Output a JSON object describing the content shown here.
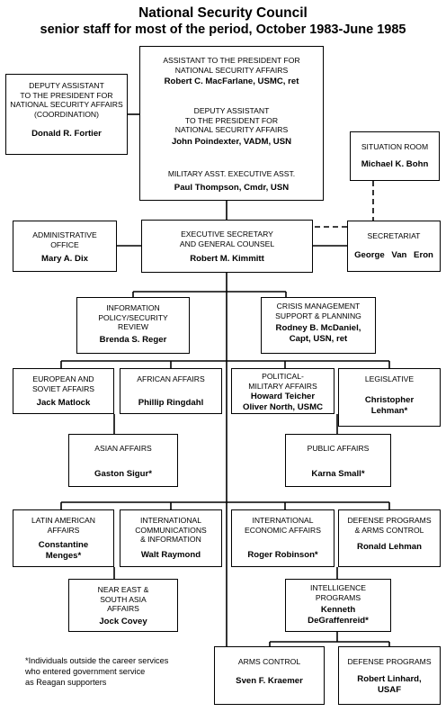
{
  "title_line1": "National Security Council",
  "title_line2": "senior staff for most of the period, October 1983-June 1985",
  "footnote": "*Individuals outside the career services\nwho entered government service\nas Reagan supporters",
  "boxes": {
    "apnsa_label": "ASSISTANT TO THE PRESIDENT FOR\nNATIONAL SECURITY AFFAIRS",
    "apnsa_name": "Robert C. MacFarlane, USMC, ret",
    "dapnsa_label": "DEPUTY ASSISTANT\nTO THE PRESIDENT FOR\nNATIONAL SECURITY AFFAIRS",
    "dapnsa_name": "John Poindexter, VADM, USN",
    "military_label": "MILITARY ASST. EXECUTIVE ASST.",
    "military_name": "Paul Thompson, Cmdr, USN",
    "coord_label": "DEPUTY ASSISTANT\nTO THE PRESIDENT FOR\nNATIONAL SECURITY AFFAIRS\n(COORDINATION)",
    "coord_name": "Donald R. Fortier",
    "situation_label": "SITUATION ROOM",
    "situation_name": "Michael K. Bohn",
    "admin_label": "ADMINISTRATIVE\nOFFICE",
    "admin_name": "Mary A. Dix",
    "execsec_label": "EXECUTIVE SECRETARY\nAND GENERAL COUNSEL",
    "execsec_name": "Robert M. Kimmitt",
    "secretariat_label": "SECRETARIAT",
    "secretariat_name": "George Van Eron",
    "info_label": "INFORMATION\nPOLICY/SECURITY\nREVIEW",
    "info_name": "Brenda S. Reger",
    "crisis_label": "CRISIS MANAGEMENT\nSUPPORT & PLANNING",
    "crisis_name": "Rodney B. McDaniel,\nCapt, USN, ret",
    "europe_label": "EUROPEAN AND\nSOVIET AFFAIRS",
    "europe_name": "Jack Matlock",
    "africa_label": "AFRICAN AFFAIRS",
    "africa_name": "Phillip Ringdahl",
    "polmil_label": "POLITICAL-\nMILITARY AFFAIRS",
    "polmil_name": "Howard Teicher\nOliver North, USMC",
    "legis_label": "LEGISLATIVE",
    "legis_name": "Christopher\nLehman*",
    "asia_label": "ASIAN AFFAIRS",
    "asia_name": "Gaston Sigur*",
    "public_label": "PUBLIC AFFAIRS",
    "public_name": "Karna Small*",
    "latam_label": "LATIN AMERICAN\nAFFAIRS",
    "latam_name": "Constantine\nMenges*",
    "intlcomm_label": "INTERNATIONAL\nCOMMUNICATIONS\n& INFORMATION",
    "intlcomm_name": "Walt Raymond",
    "intlecon_label": "INTERNATIONAL\nECONOMIC AFFAIRS",
    "intlecon_name": "Roger Robinson*",
    "defprog_label": "DEFENSE PROGRAMS\n& ARMS CONTROL",
    "defprog_name": "Ronald Lehman",
    "neareast_label": "NEAR EAST &\nSOUTH ASIA\nAFFAIRS",
    "neareast_name": "Jock Covey",
    "intel_label": "INTELLIGENCE\nPROGRAMS",
    "intel_name": "Kenneth\nDeGraffenreid*",
    "armsctl_label": "ARMS CONTROL",
    "armsctl_name": "Sven F. Kraemer",
    "defprog2_label": "DEFENSE PROGRAMS",
    "defprog2_name": "Robert Linhard,\nUSAF"
  }
}
